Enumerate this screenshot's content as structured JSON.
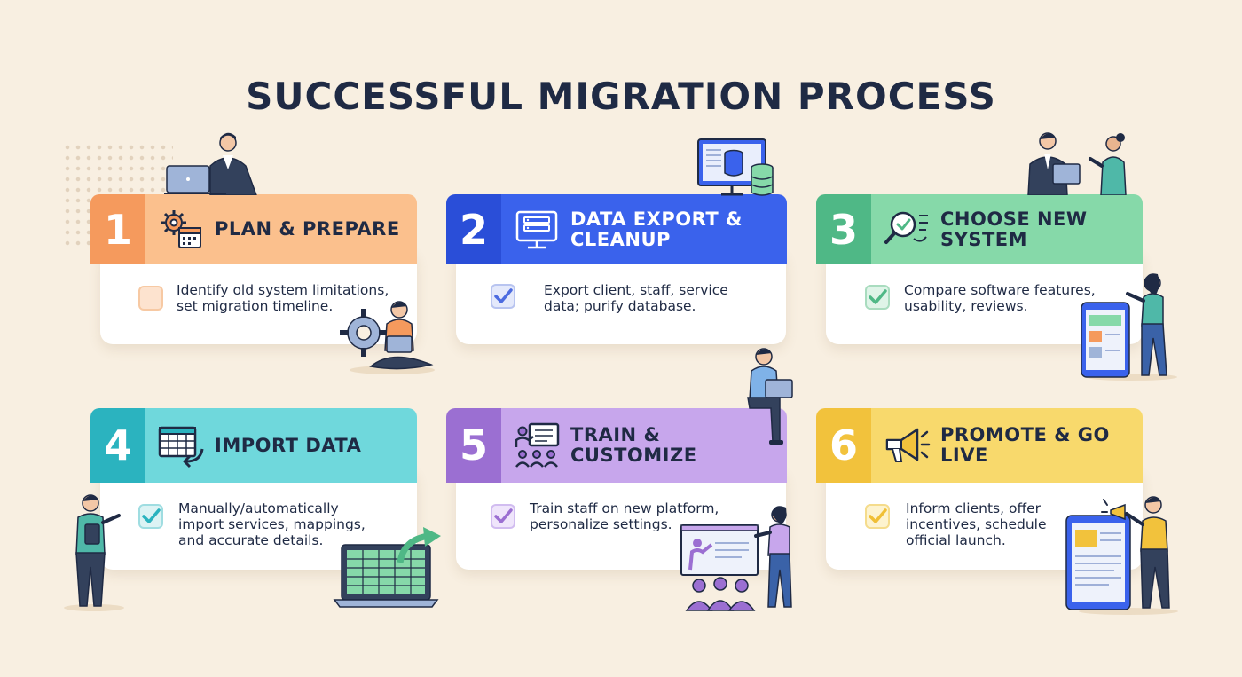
{
  "title": "SUCCESSFUL MIGRATION PROCESS",
  "steps": [
    {
      "number": "1",
      "heading": "PLAN & PREPARE",
      "description_lines": [
        "Identify old system limitations,",
        "set migration timeline."
      ],
      "checked": false,
      "icon": "gear-calendar-icon",
      "colors": {
        "number_bg": "#f59a5d",
        "band_bg": "#fbc08d",
        "check": "#f7c9a3"
      }
    },
    {
      "number": "2",
      "heading": "DATA EXPORT & CLEANUP",
      "description_lines": [
        "Export client, staff, service",
        "data; purify database."
      ],
      "checked": true,
      "icon": "server-monitor-icon",
      "colors": {
        "number_bg": "#2a4ed8",
        "band_bg": "#3a62ec",
        "check": "#4c6be0"
      }
    },
    {
      "number": "3",
      "heading": "CHOOSE NEW SYSTEM",
      "description_lines": [
        "Compare software features,",
        "usability, reviews."
      ],
      "checked": true,
      "icon": "magnifier-check-icon",
      "colors": {
        "number_bg": "#4fb886",
        "band_bg": "#86d9a9",
        "check": "#4fb886"
      }
    },
    {
      "number": "4",
      "heading": "IMPORT DATA",
      "description_lines": [
        "Manually/automatically",
        "import services, mappings,",
        "and accurate details."
      ],
      "checked": true,
      "icon": "spreadsheet-import-icon",
      "colors": {
        "number_bg": "#2bb3bf",
        "band_bg": "#6fd8dc",
        "check": "#2bb3bf"
      }
    },
    {
      "number": "5",
      "heading": "TRAIN & CUSTOMIZE",
      "description_lines": [
        "Train staff on new platform,",
        "personalize settings."
      ],
      "checked": true,
      "icon": "presentation-training-icon",
      "colors": {
        "number_bg": "#9b6fd2",
        "band_bg": "#c7a6ec",
        "check": "#9b6fd2"
      }
    },
    {
      "number": "6",
      "heading": "PROMOTE & GO LIVE",
      "description_lines": [
        "Inform clients, offer",
        "incentives, schedule",
        "official launch."
      ],
      "checked": true,
      "icon": "megaphone-icon",
      "colors": {
        "number_bg": "#f2c23c",
        "band_bg": "#f8d96c",
        "check": "#f0bf35"
      }
    }
  ]
}
